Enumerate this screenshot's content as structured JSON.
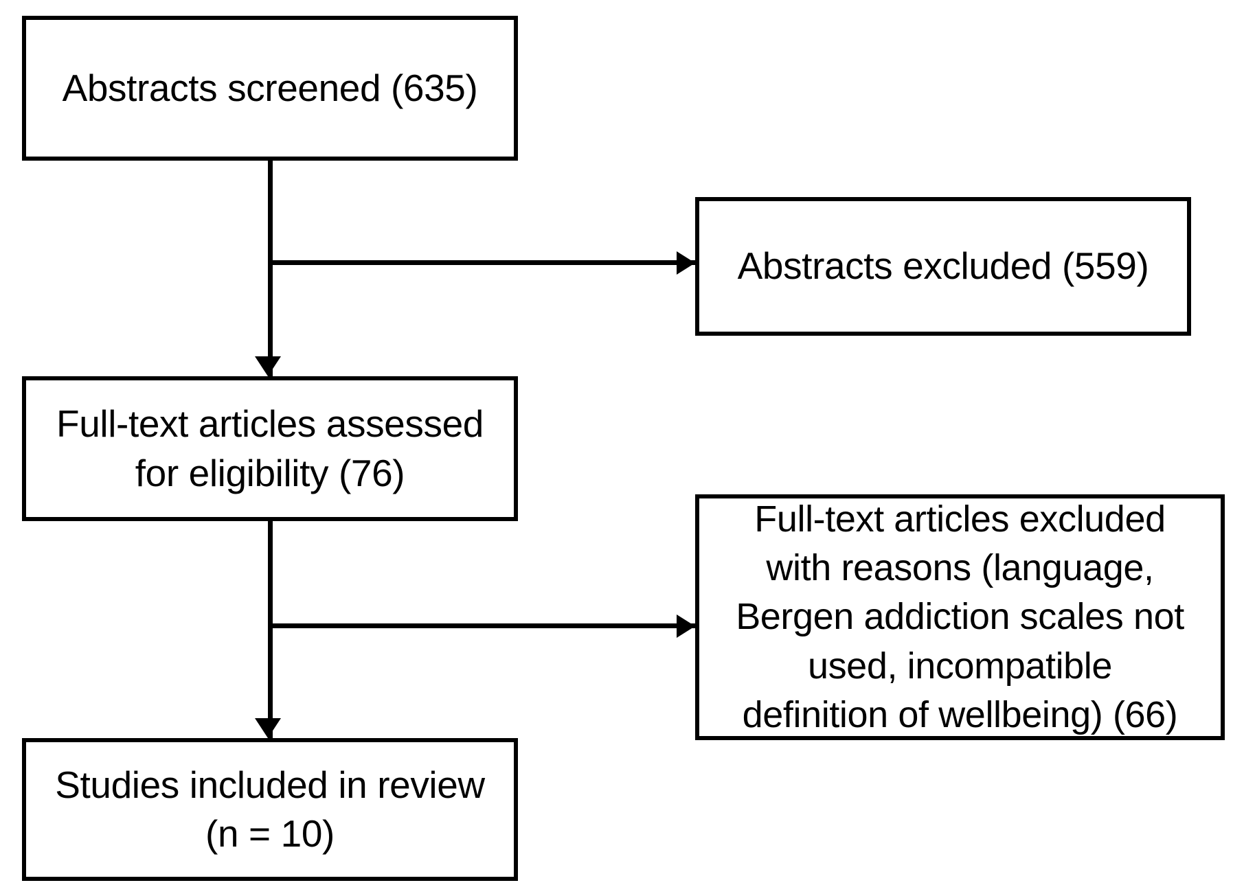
{
  "diagram": {
    "type": "prisma-flow-diagram",
    "title": "Study selection flow diagram",
    "colors": {
      "background": "#ffffff",
      "box_border": "#000000",
      "box_fill": "#ffffff",
      "text": "#000000",
      "connector": "#000000"
    },
    "nodes": [
      {
        "id": "abstracts-screened",
        "label": "Abstracts screened (635)",
        "count": 635,
        "column": "left",
        "stage": "screening"
      },
      {
        "id": "abstracts-excluded",
        "label": "Abstracts excluded (559)",
        "count": 559,
        "column": "right",
        "stage": "screening-excluded"
      },
      {
        "id": "fulltext-assessed",
        "label": "Full-text articles assessed\nfor eligibility (76)",
        "count": 76,
        "column": "left",
        "stage": "eligibility"
      },
      {
        "id": "fulltext-excluded",
        "label": "Full-text articles excluded\nwith reasons (language,\nBergen addiction scales not\nused, incompatible\ndefinition of wellbeing) (66)",
        "count": 66,
        "column": "right",
        "stage": "eligibility-excluded"
      },
      {
        "id": "studies-included",
        "label": "Studies included in review\n(n = 10)",
        "count": 10,
        "column": "left",
        "stage": "included"
      }
    ],
    "edges": [
      {
        "id": "screened-to-assessed",
        "from": "abstracts-screened",
        "to": "fulltext-assessed",
        "direction": "down",
        "arrowhead": "filled-triangle"
      },
      {
        "id": "screened-to-excluded",
        "from": "abstracts-screened",
        "to": "abstracts-excluded",
        "direction": "right",
        "arrowhead": "filled-triangle"
      },
      {
        "id": "assessed-to-included",
        "from": "fulltext-assessed",
        "to": "studies-included",
        "direction": "down",
        "arrowhead": "filled-triangle"
      },
      {
        "id": "assessed-to-ftexcluded",
        "from": "fulltext-assessed",
        "to": "fulltext-excluded",
        "direction": "right",
        "arrowhead": "filled-triangle"
      }
    ]
  }
}
